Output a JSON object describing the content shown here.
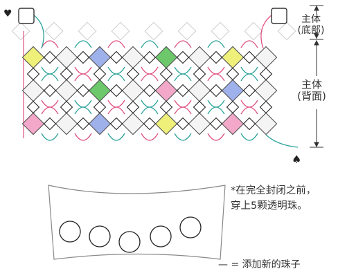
{
  "labels": {
    "main_body_line1": "主体",
    "main_body_bottom": "(底部)",
    "main_body_line2": "主体",
    "main_body_back": "(背面)"
  },
  "note": {
    "line1": "*在完全封闭之前，",
    "line2": "穿上5颗透明珠。"
  },
  "legend": {
    "dash": "—",
    "text": " = 添加新的珠子"
  },
  "symbols": {
    "heart": "♥",
    "spade": "♠"
  },
  "colors": {
    "pink_thread": "#e0507f",
    "teal_thread": "#2aa39a",
    "bead_outline": "#555555",
    "bead_yellow": "#eef07a",
    "bead_green": "#6cc86a",
    "bead_blue": "#9fb1ea",
    "bead_pink": "#f3a8c9",
    "bead_clear": "#f4f4f4"
  }
}
